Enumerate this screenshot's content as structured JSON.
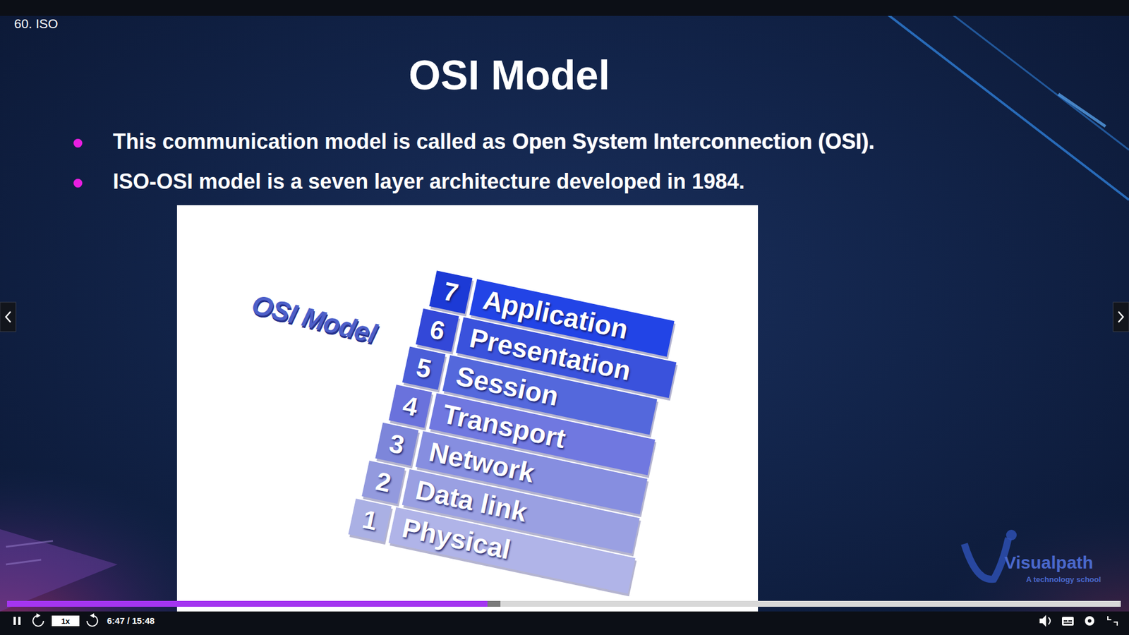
{
  "diagram": {
    "title": "OSI Model",
    "nodes": [
      {
        "text": [
          "7",
          "Application"
        ]
      },
      {
        "text": [
          "6",
          "Presentation"
        ]
      },
      {
        "text": [
          "5",
          "Session"
        ]
      },
      {
        "text": [
          "4",
          "Transport"
        ]
      },
      {
        "text": [
          "3",
          "Network"
        ]
      },
      {
        "text": [
          "2",
          "Data link"
        ]
      },
      {
        "text": [
          "1",
          "Physical"
        ]
      }
    ],
    "labels": [
      "60. ISO",
      "This communication model is called as",
      "Open System Interconnection (OSI).",
      "ISO-OSI model is a seven layer architecture developed in 1984.",
      "OSI Model",
      "1x",
      "6:47 / 15:48",
      "Visualpath",
      "A technology school"
    ]
  }
}
